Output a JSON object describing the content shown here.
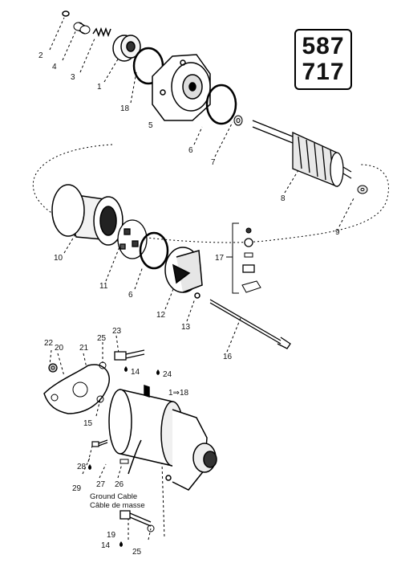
{
  "model_numbers": [
    "587",
    "717"
  ],
  "callouts": {
    "c1": "1",
    "c2": "2",
    "c3": "3",
    "c4": "4",
    "c5": "5",
    "c6a": "6",
    "c6b": "6",
    "c7": "7",
    "c8": "8",
    "c9": "9",
    "c10": "10",
    "c11": "11",
    "c12": "12",
    "c13": "13",
    "c14a": "14",
    "c14b": "14",
    "c15": "15",
    "c16": "16",
    "c17": "17",
    "c18": "18",
    "c18ref": "1⇒18",
    "c19": "19",
    "c20": "20",
    "c21": "21",
    "c22": "22",
    "c23": "23",
    "c24": "24",
    "c25a": "25",
    "c25b": "25",
    "c26": "26",
    "c27": "27",
    "c28": "28",
    "c29": "29"
  },
  "ground_cable": {
    "english": "Ground Cable",
    "french": "Câble de masse"
  }
}
